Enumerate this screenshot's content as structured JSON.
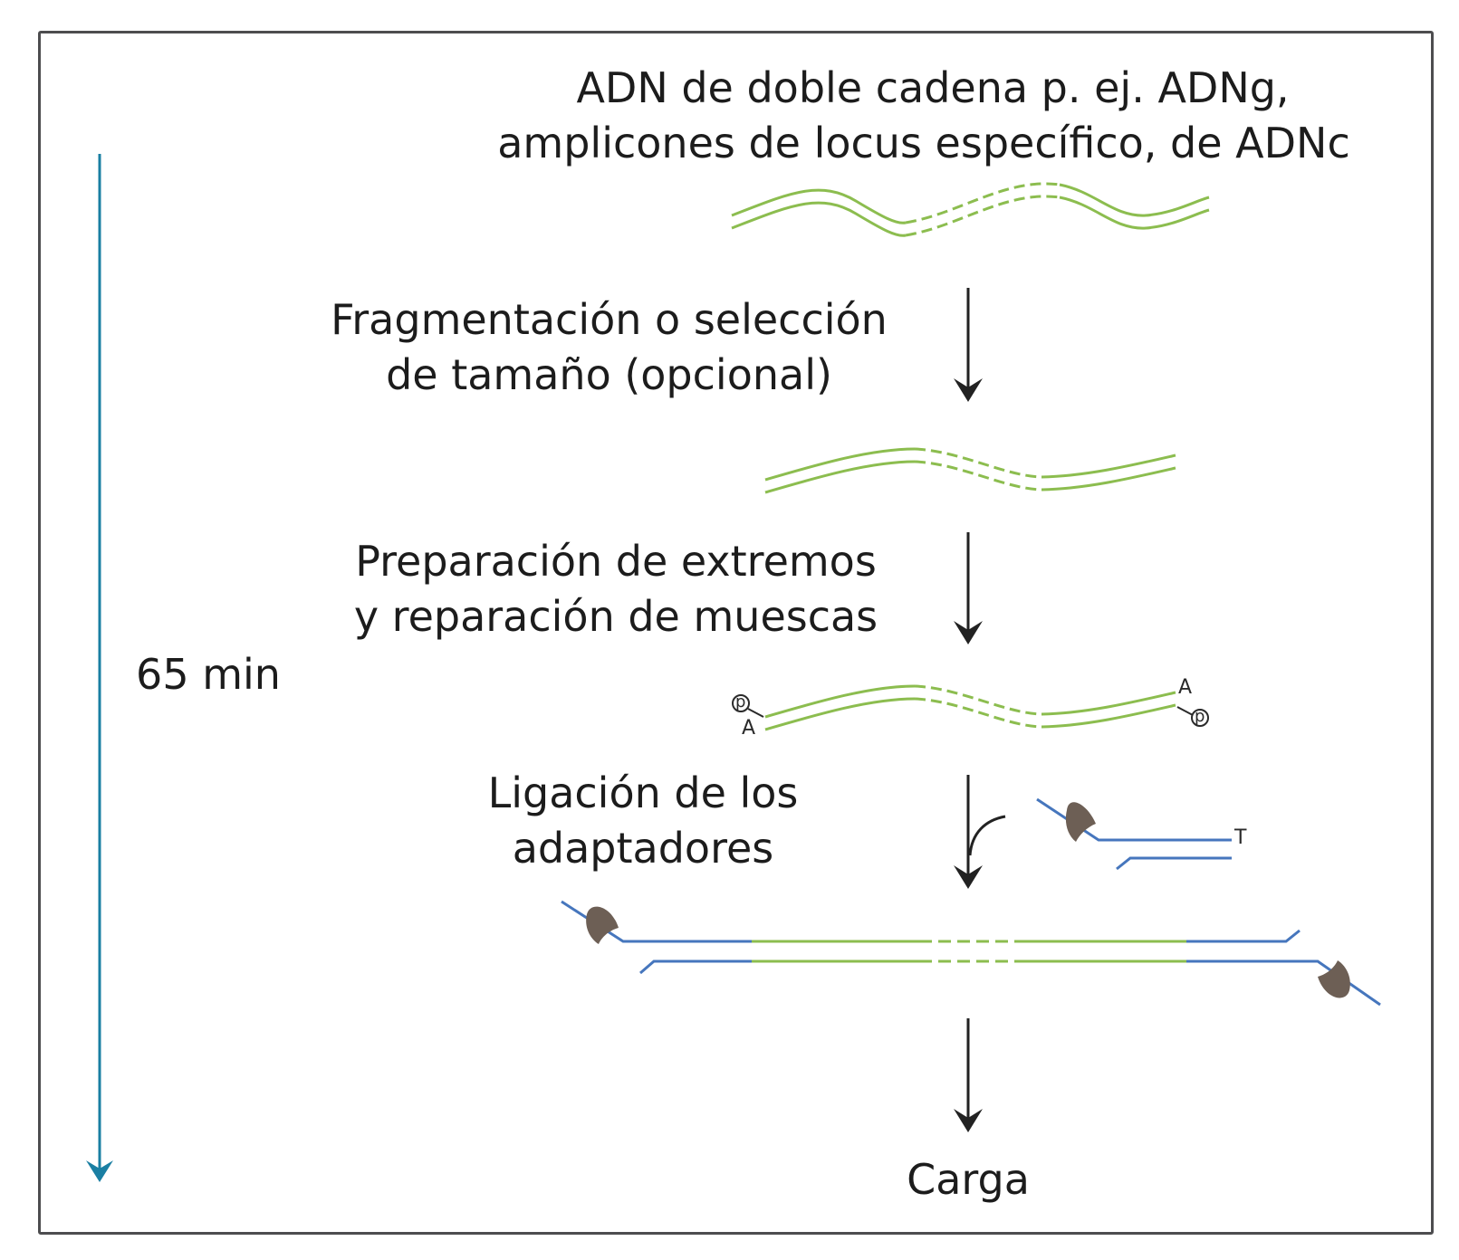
{
  "timeline": {
    "duration": "65 min",
    "color": "#1a7fa3"
  },
  "steps": {
    "input_line1": "ADN de doble cadena p. ej. ADNg,",
    "input_line2": "amplicones de locus específico, de ADNc",
    "fragmentation_line1": "Fragmentación o selección",
    "fragmentation_line2": "de tamaño (opcional)",
    "endprep_line1": "Preparación de extremos",
    "endprep_line2": "y reparación de muescas",
    "ligation_line1": "Ligación de los",
    "ligation_line2": "adaptadores",
    "final": "Carga"
  },
  "annotations": {
    "phosphate": "p",
    "a_tail": "A",
    "t_overhang": "T"
  },
  "colors": {
    "dna": "#8cbd4f",
    "adapter": "#4676bd",
    "motor_protein": "#6d5f55",
    "arrow": "#222222",
    "frame": "#4d4d4f"
  }
}
